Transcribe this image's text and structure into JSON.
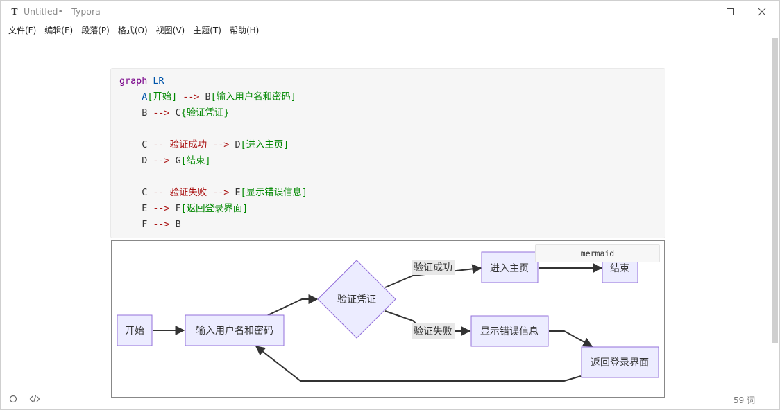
{
  "window": {
    "title": "Untitled• - Typora",
    "app_icon_letter": "T"
  },
  "menu": [
    "文件(F)",
    "编辑(E)",
    "段落(P)",
    "格式(O)",
    "视图(V)",
    "主题(T)",
    "帮助(H)"
  ],
  "code": {
    "language_tag": "mermaid",
    "line1_kw": "graph",
    "line1_dir": "LR",
    "l2_a": "A",
    "l2_a_label": "[开始]",
    "l2_arrow": "-->",
    "l2_b": "B",
    "l2_b_label": "[输入用户名和密码]",
    "l3_b": "B",
    "l3_arrow": "-->",
    "l3_c": "C",
    "l3_c_label": "{验证凭证}",
    "l5_c": "C",
    "l5_dash": "--",
    "l5_text": "验证成功",
    "l5_arrow": "-->",
    "l5_d": "D",
    "l5_d_label": "[进入主页]",
    "l6_d": "D",
    "l6_arrow": "-->",
    "l6_g": "G",
    "l6_g_label": "[结束]",
    "l8_c": "C",
    "l8_dash": "--",
    "l8_text": "验证失败",
    "l8_arrow": "-->",
    "l8_e": "E",
    "l8_e_label": "[显示错误信息]",
    "l9_e": "E",
    "l9_arrow": "-->",
    "l9_f": "F",
    "l9_f_label": "[返回登录界面]",
    "l10_f": "F",
    "l10_arrow": "-->",
    "l10_b": "B"
  },
  "diagram": {
    "node_start": "开始",
    "node_input": "输入用户名和密码",
    "node_verify": "验证凭证",
    "node_home": "进入主页",
    "node_end": "结束",
    "node_error": "显示错误信息",
    "node_return": "返回登录界面",
    "edge_success": "验证成功",
    "edge_fail": "验证失败",
    "node_fill": "#ececff",
    "node_stroke": "#9370db",
    "edge_label_bg": "#e8e8e8",
    "edge_color": "#333333"
  },
  "status": {
    "word_count": "59 词"
  }
}
